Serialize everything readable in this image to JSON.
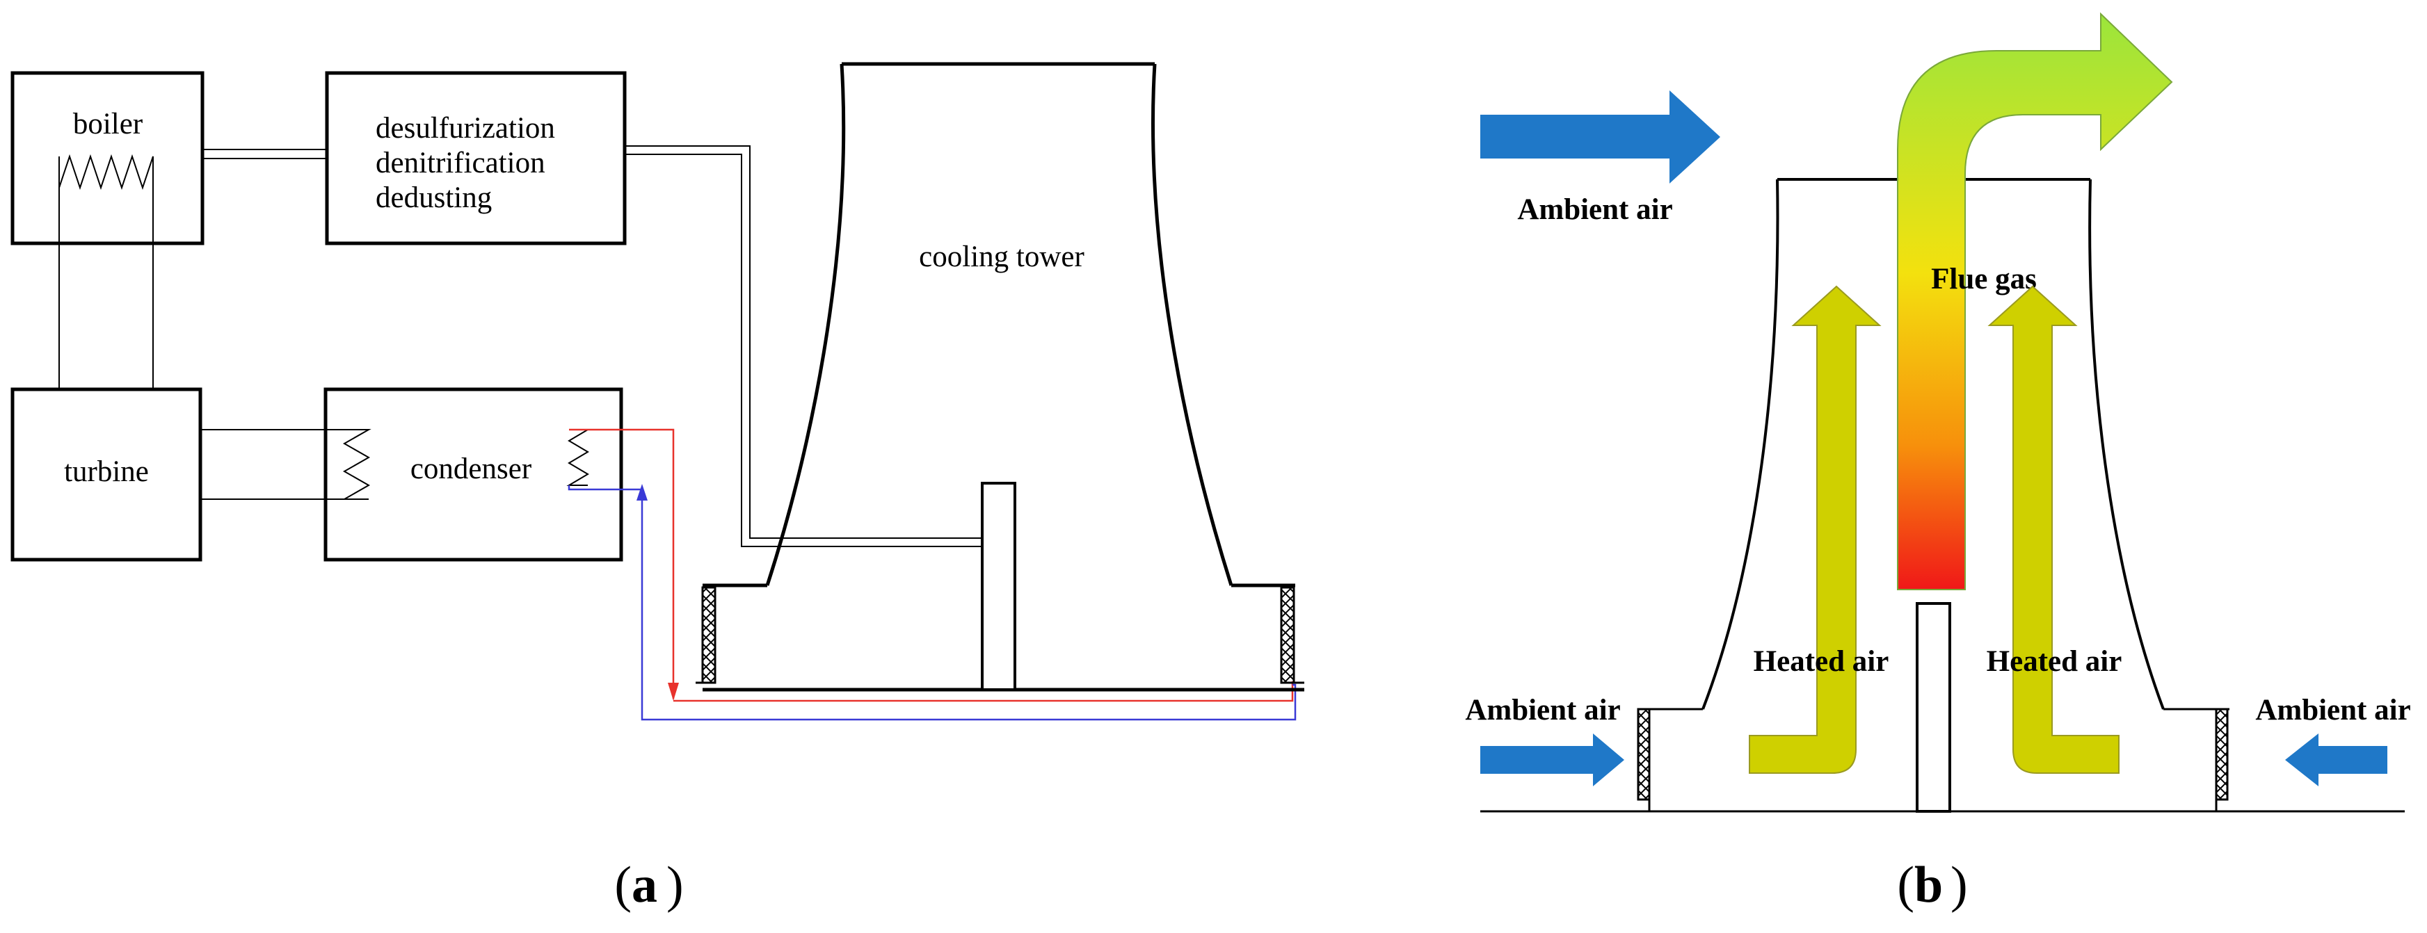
{
  "panel_a": {
    "caption_open": "(",
    "caption_letter": "a",
    "caption_close": ")",
    "boiler": "boiler",
    "cleanup_line1": "desulfurization",
    "cleanup_line2": "denitrification",
    "cleanup_line3": "dedusting",
    "turbine": "turbine",
    "condenser": "condenser",
    "cooling_tower": "cooling tower"
  },
  "panel_b": {
    "caption_open": "(",
    "caption_letter": "b",
    "caption_close": ")",
    "ambient_air_top": "Ambient air",
    "ambient_air_left": "Ambient air",
    "ambient_air_right": "Ambient air",
    "flue_gas": "Flue gas",
    "heated_air_left": "Heated air",
    "heated_air_right": "Heated air"
  },
  "colors": {
    "line": "#000000",
    "hot_water": "#e8322c",
    "cold_water": "#3a3ad6",
    "air_arrow": "#1f78c8",
    "heated_air": "#cfd000",
    "flue_top": "#a5e83a",
    "flue_bottom": "#f01818"
  }
}
